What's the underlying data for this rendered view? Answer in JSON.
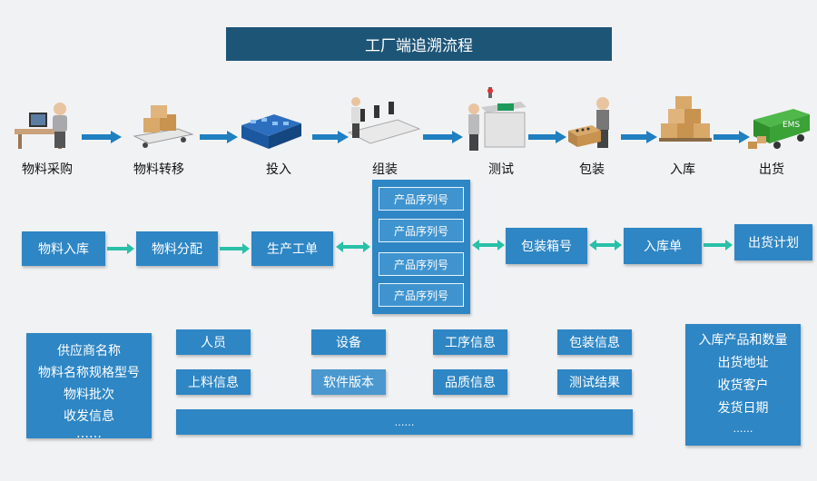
{
  "title": "工厂端追溯流程",
  "process_steps": [
    "物料采购",
    "物料转移",
    "投入",
    "组装",
    "测试",
    "包装",
    "入库",
    "出货"
  ],
  "ems_label": "EMS",
  "flow": {
    "material_in": "物料入库",
    "material_dist": "物料分配",
    "work_order": "生产工单",
    "serials": [
      "产品序列号",
      "产品序列号",
      "产品序列号",
      "产品序列号"
    ],
    "box_no": "包装箱号",
    "storage_order": "入库单",
    "ship_plan": "出货计划"
  },
  "supplier_info": [
    "供应商名称",
    "物料名称规格型号",
    "物料批次",
    "收发信息",
    "……"
  ],
  "middle_info": {
    "row1": [
      "人员",
      "设备",
      "工序信息",
      "包装信息"
    ],
    "row2": [
      "上料信息",
      "软件版本",
      "品质信息",
      "测试结果"
    ],
    "ellipsis": "……"
  },
  "shipping_info": [
    "入库产品和数量",
    "出货地址",
    "收货客户",
    "发货日期",
    "……"
  ],
  "colors": {
    "title_bg": "#1d5577",
    "box": "#2e86c4",
    "arrow": "#1f7fc0",
    "double_arrow": "#29c0a8"
  }
}
